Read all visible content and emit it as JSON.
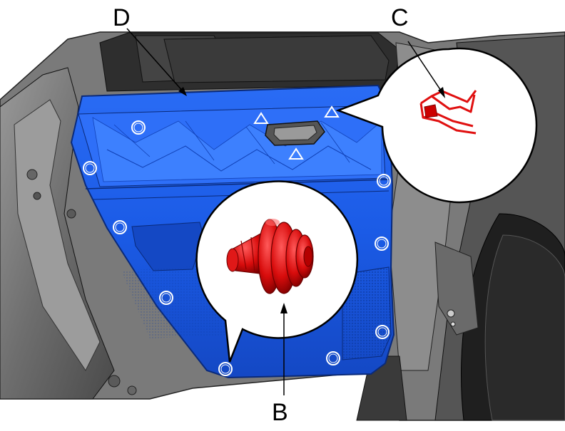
{
  "labels": {
    "d": "D",
    "c": "C",
    "b": "B"
  },
  "colors": {
    "panel_blue": "#1b5be6",
    "panel_blue_dark": "#0f3fb4",
    "panel_blue_light": "#3a7bff",
    "clip_red": "#e01010",
    "clip_red_dark": "#8a0000",
    "body_gray": "#8a8a8a",
    "body_dark": "#3c3c3c",
    "outline": "#000000"
  },
  "icons": {
    "clip_marker": "circle-marker-icon",
    "hook_marker": "triangle-marker-icon",
    "clip_b": "push-clip-icon",
    "clip_c": "hook-clip-icon"
  }
}
